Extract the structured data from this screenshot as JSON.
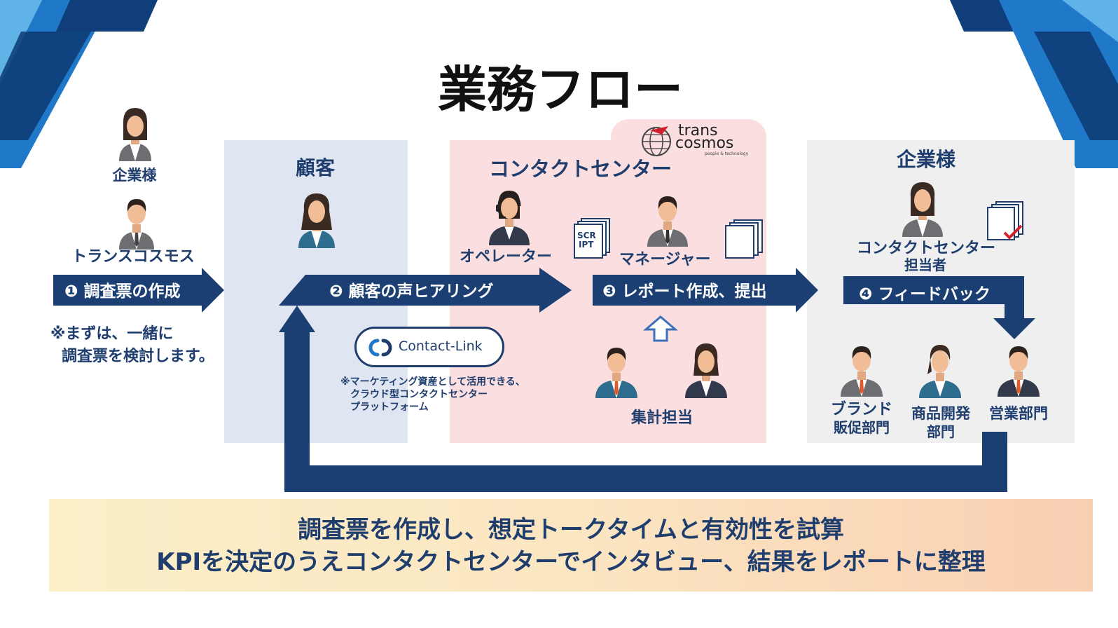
{
  "title": "業務フロー",
  "left_labels": {
    "company": "企業様",
    "transcosmos": "トランスコスモス"
  },
  "panels": {
    "customer": "顧客",
    "contact_center": "コンタクトセンター",
    "company": "企業様"
  },
  "logo": {
    "line1": "trans",
    "line2": "cosmos",
    "tagline": "people & technology"
  },
  "steps": [
    {
      "num": "❶",
      "label": "調査票の作成"
    },
    {
      "num": "❷",
      "label": "顧客の声ヒアリング"
    },
    {
      "num": "❸",
      "label": "レポート作成、提出"
    },
    {
      "num": "❹",
      "label": "フィードバック"
    }
  ],
  "note_step1": {
    "line1": "※まずは、一緒に",
    "line2": "調査票を検討します。"
  },
  "contact_center_roles": {
    "operator": "オペレーター",
    "manager": "マネージャー",
    "aggregator": "集計担当",
    "script_icon_text1": "SCR",
    "script_icon_text2": "IPT"
  },
  "contact_link": {
    "label": "Contact-Link",
    "note_line1": "※マーケティング資産として活用できる、",
    "note_line2": "クラウド型コンタクトセンター",
    "note_line3": "プラットフォーム"
  },
  "company_roles": {
    "cc_manager_line1": "コンタクトセンター",
    "cc_manager_line2": "担当者",
    "brand_line1": "ブランド",
    "brand_line2": "販促部門",
    "product_line1": "商品開発",
    "product_line2": "部門",
    "sales": "営業部門"
  },
  "bottom_banner": {
    "line1": "調査票を作成し、想定トークタイムと有効性を試算",
    "line2": "KPIを決定のうえコンタクトセンターでインタビュー、結果をレポートに整理"
  },
  "colors": {
    "navy": "#1f3e6e",
    "arrow": "#1b3f73",
    "customer_panel": "#dfe6f1",
    "cc_panel": "#fbdfe0",
    "company_panel": "#efefef",
    "banner_start": "#fbefc8",
    "banner_end": "#f9cfb2"
  }
}
